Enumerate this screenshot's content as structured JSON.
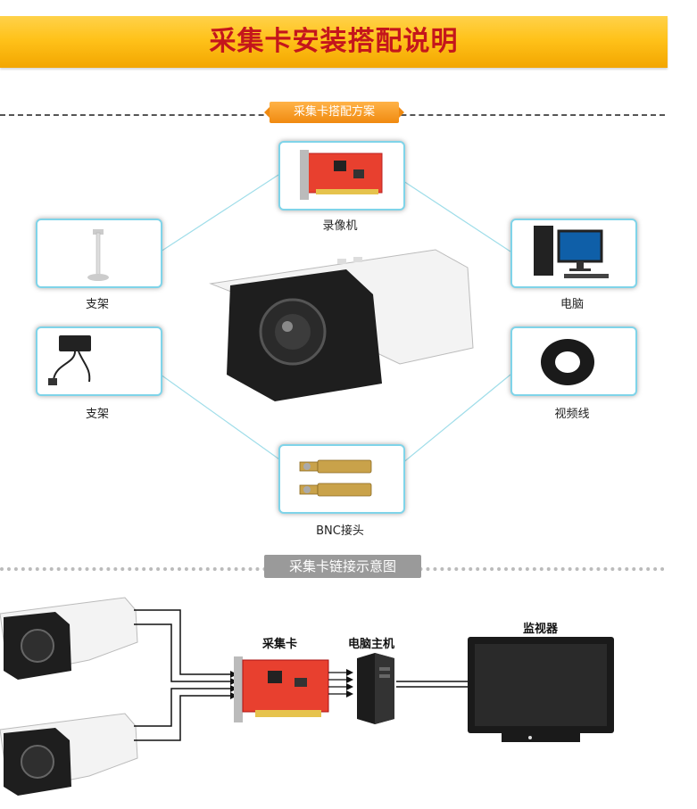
{
  "header": {
    "title": "采集卡安装搭配说明"
  },
  "section1": {
    "tag": "采集卡搭配方案"
  },
  "section2": {
    "tag": "采集卡链接示意图"
  },
  "components": [
    {
      "id": "recorder",
      "label": "录像机"
    },
    {
      "id": "stand",
      "label": "支架"
    },
    {
      "id": "computer",
      "label": "电脑"
    },
    {
      "id": "power",
      "label": "支架"
    },
    {
      "id": "cable",
      "label": "视频线"
    },
    {
      "id": "bnc",
      "label": "BNC接头"
    }
  ],
  "diagram": {
    "card_label": "采集卡",
    "host_label": "电脑主机",
    "monitor_label": "监视器"
  },
  "colors": {
    "banner": "#ffc21a",
    "title": "#c4161c",
    "box_border": "#7fd4e9"
  }
}
